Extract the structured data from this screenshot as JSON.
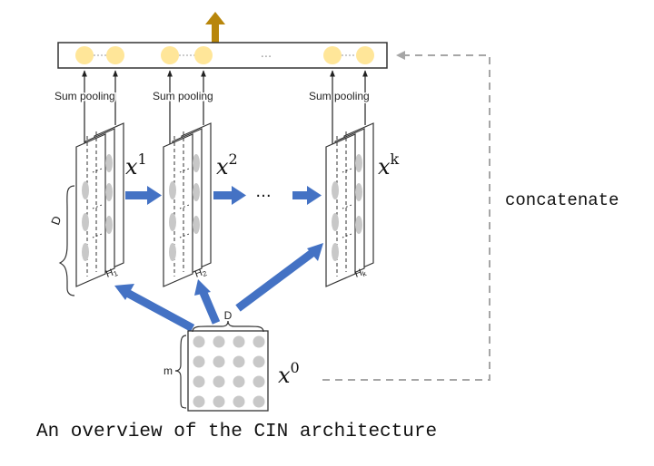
{
  "caption": "An overview of the CIN architecture",
  "colors": {
    "arrow_blue": "#4472C4",
    "output_arrow": "#B8860B",
    "node_yellow": "#FFE699",
    "feature_dot": "#C8C8C8",
    "dashed_link": "#A6A6A6"
  },
  "labels": {
    "sum_pooling": "Sum pooling",
    "concatenate": "concatenate",
    "ellipsis_output": "···",
    "ellipsis_layers": "···",
    "dim_D": "D",
    "dim_m": "m",
    "dim_side": "D"
  },
  "layers": [
    {
      "base": "x",
      "sup": "1",
      "h": "H",
      "hsub": "1"
    },
    {
      "base": "x",
      "sup": "2",
      "h": "H",
      "hsub": "2"
    },
    {
      "base": "x",
      "sup": "k",
      "h": "H",
      "hsub": "k"
    }
  ],
  "input": {
    "base": "x",
    "sup": "0"
  }
}
